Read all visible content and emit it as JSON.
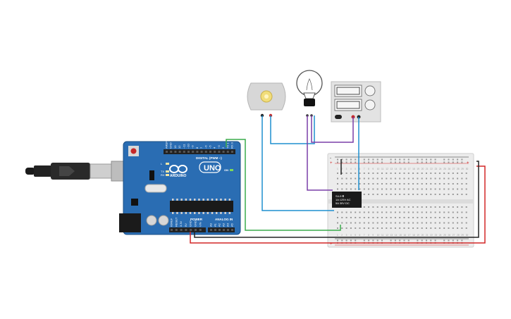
{
  "canvas": {
    "background": "#ffffff"
  },
  "arduino": {
    "model_label": "UNO",
    "brand_label": "ARDUINO",
    "digital_label": "DIGITAL (PWM ~)",
    "power_label": "POWER",
    "analog_label": "ANALOG IN",
    "led_labels": [
      "L",
      "TX",
      "RX"
    ],
    "on_label": "ON",
    "digital_pins": [
      "AREF",
      "GND",
      "13",
      "12",
      "~11",
      "~10",
      "~9",
      "8",
      "7",
      "~6",
      "~5",
      "4",
      "~3",
      "2",
      "TX 1",
      "RX 0"
    ],
    "power_pins": [
      "IOREF",
      "RESET",
      "3.3V",
      "5V",
      "GND",
      "GND",
      "VIN"
    ],
    "analog_pins": [
      "A0",
      "A1",
      "A2",
      "A3",
      "A4",
      "A5"
    ],
    "board_color": "#2a6db3"
  },
  "relay": {
    "label_lines": [
      "S4-5 Ⅲ",
      "1A 125V AC",
      "5A 30V DC"
    ]
  },
  "breadboard": {
    "columns": 30,
    "rail_plus": "+",
    "rail_minus": "-"
  },
  "wire_colors": {
    "green": "#3aab4b",
    "red": "#d22626",
    "black": "#222222",
    "blue": "#1e8fcf",
    "purple": "#7a3fa8"
  }
}
